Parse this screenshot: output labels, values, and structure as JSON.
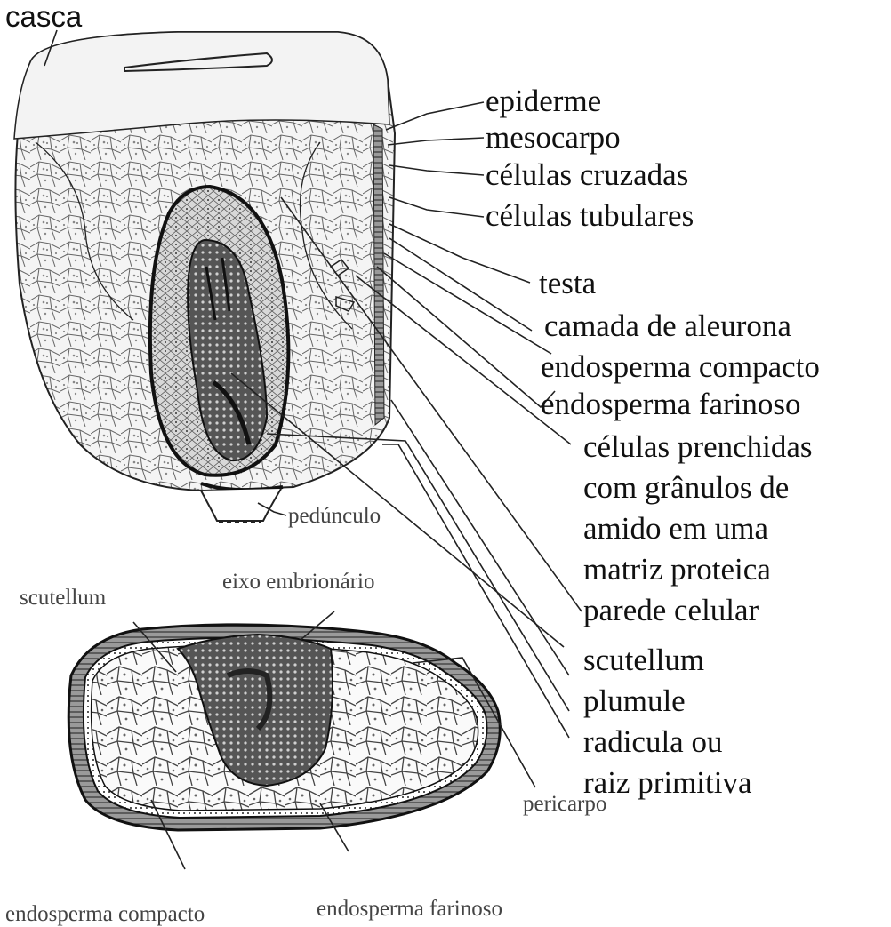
{
  "figure": {
    "kernel_labels": {
      "casca": "casca",
      "epiderme": "epiderme",
      "mesocarpo": "mesocarpo",
      "celulas_cruzadas": "células cruzadas",
      "celulas_tubulares": "células tubulares",
      "testa": "testa",
      "camada_aleurona": "camada de aleurona",
      "endosperma_compacto": "endosperma compacto",
      "endosperma_farinoso": "endosperma farinoso",
      "celulas_preenchidas": [
        "células prenchidas",
        "com grânulos de",
        "amido em uma",
        "matriz proteica"
      ],
      "parede_celular": "parede celular",
      "scutellum": "scutellum",
      "plumule": "plumule",
      "radicula": [
        "radicula ou",
        "raiz primitiva"
      ],
      "pedunculo": "pedúnculo"
    },
    "section_labels": {
      "scutellum": "scutellum",
      "eixo_embrionario": "eixo embrionário",
      "pericarpo": "pericarpo",
      "endosperma_compacto": "endosperma compacto",
      "endosperma_farinoso": "endosperma farinoso"
    }
  }
}
